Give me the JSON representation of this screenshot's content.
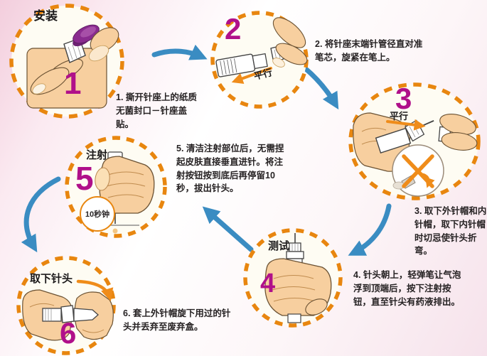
{
  "diagram": {
    "type": "instructional-flow",
    "subject": "injection pen needle usage steps",
    "colors": {
      "circle_border": "#e8860f",
      "step_number": "#b0108a",
      "flow_arrow": "#3a8cc2",
      "highlight_arrow": "#ef8c1a",
      "text": "#262223",
      "skin": "#f7cf9f",
      "seal_purple": "#8a2b8f",
      "background_pink": "#f3cedd"
    },
    "steps": [
      {
        "number": "1",
        "label": "安装",
        "description": "1. 撕开针座上的纸质无菌封口－针座盖贴。"
      },
      {
        "number": "2",
        "annotation": "平行",
        "description": "2. 将针座末端针管径直对准笔芯，旋紧在笔上。"
      },
      {
        "number": "3",
        "annotation": "平行",
        "description": "3. 取下外针帽和内针帽，取下内针帽时切忌使针头折弯。"
      },
      {
        "number": "4",
        "label": "测试",
        "description": "4. 针头朝上，轻弹笔让气泡浮到顶端后，按下注射按钮，直至针尖有药液排出。"
      },
      {
        "number": "5",
        "label": "注射",
        "badge": "10秒钟",
        "description": "5. 清洁注射部位后，无需捏起皮肤直接垂直进针。将注射按钮按到底后再停留10秒，拔出针头。"
      },
      {
        "number": "6",
        "label": "取下针头",
        "description": "6. 套上外针帽旋下用过的针头并丢弃至废弃盒。"
      }
    ]
  }
}
